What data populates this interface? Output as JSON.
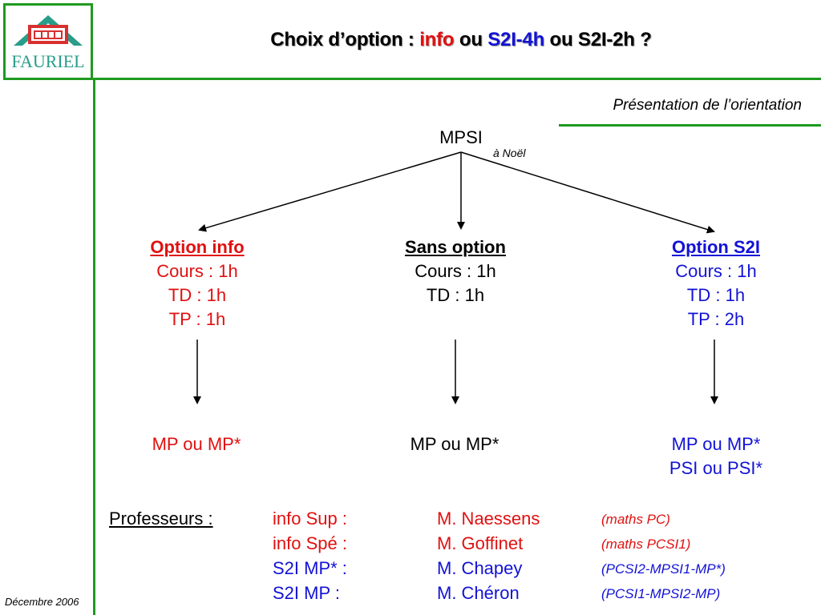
{
  "logo": {
    "text": "FAURIEL"
  },
  "title": {
    "part1": "Choix d’option : ",
    "info": "info",
    "ou1": " ou ",
    "s2i4h": "S2I-4h",
    "rest": " ou S2I-2h ?"
  },
  "subtitle": "Présentation de l’orientation",
  "root": {
    "label": "MPSI",
    "note": "à Noël"
  },
  "options": [
    {
      "title": "Option info",
      "lines": [
        "Cours : 1h",
        "TD : 1h",
        "TP : 1h"
      ],
      "outcome": [
        "MP ou MP*"
      ]
    },
    {
      "title": "Sans option",
      "lines": [
        "Cours : 1h",
        "TD : 1h"
      ],
      "outcome": [
        "MP ou MP*"
      ]
    },
    {
      "title": "Option S2I",
      "lines": [
        "Cours : 1h",
        "TD : 1h",
        "TP : 2h"
      ],
      "outcome": [
        "MP ou MP*",
        "PSI ou PSI*"
      ]
    }
  ],
  "professeurs": {
    "label": "Professeurs :",
    "rows": [
      {
        "course": "info Sup :",
        "name": "M. Naessens",
        "class": "(maths PC)"
      },
      {
        "course": "info Spé :",
        "name": "M. Goffinet",
        "class": "(maths PCSI1)"
      },
      {
        "course": "S2I MP* :",
        "name": "M. Chapey",
        "class": "(PCSI2-MPSI1-MP*)"
      },
      {
        "course": "S2I MP :",
        "name": "M. Chéron",
        "class": "(PCSI1-MPSI2-MP)"
      }
    ]
  },
  "footer": {
    "date": "Décembre 2006"
  },
  "colors": {
    "green": "#1f9a1f",
    "red": "#e01010",
    "blue": "#1212d6"
  }
}
